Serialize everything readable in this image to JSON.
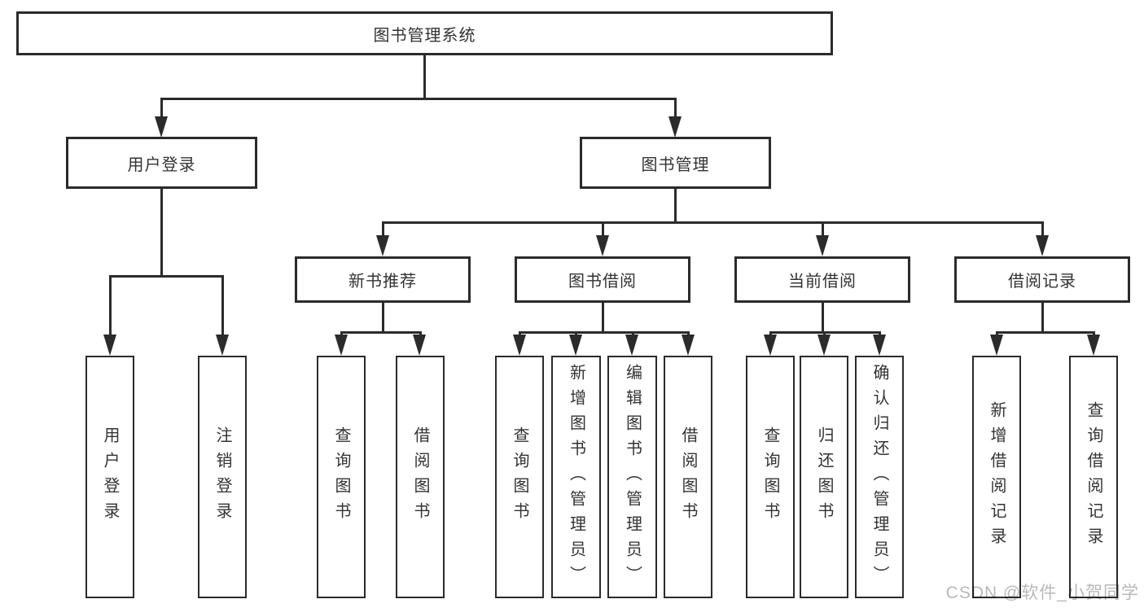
{
  "nodes": {
    "root": "图书管理系统",
    "login": "用户登录",
    "management": "图书管理",
    "recommend": "新书推荐",
    "borrow": "图书借阅",
    "current": "当前借阅",
    "records": "借阅记录"
  },
  "leaves": {
    "login": [
      "用户登录",
      "注销登录"
    ],
    "recommend": [
      "查询图书",
      "借阅图书"
    ],
    "borrow": [
      "查询图书",
      "新增图书（管理员）",
      "编辑图书（管理员）",
      "借阅图书"
    ],
    "current": [
      "查询图书",
      "归还图书",
      "确认归还（管理员）"
    ],
    "records": [
      "新增借阅记录",
      "查询借阅记录"
    ]
  },
  "watermark": "CSDN @软件_小贺同学",
  "colors": {
    "line": "#2b2b2b",
    "text": "#333333",
    "watermark": "#b8b8b8",
    "background": "#ffffff"
  }
}
